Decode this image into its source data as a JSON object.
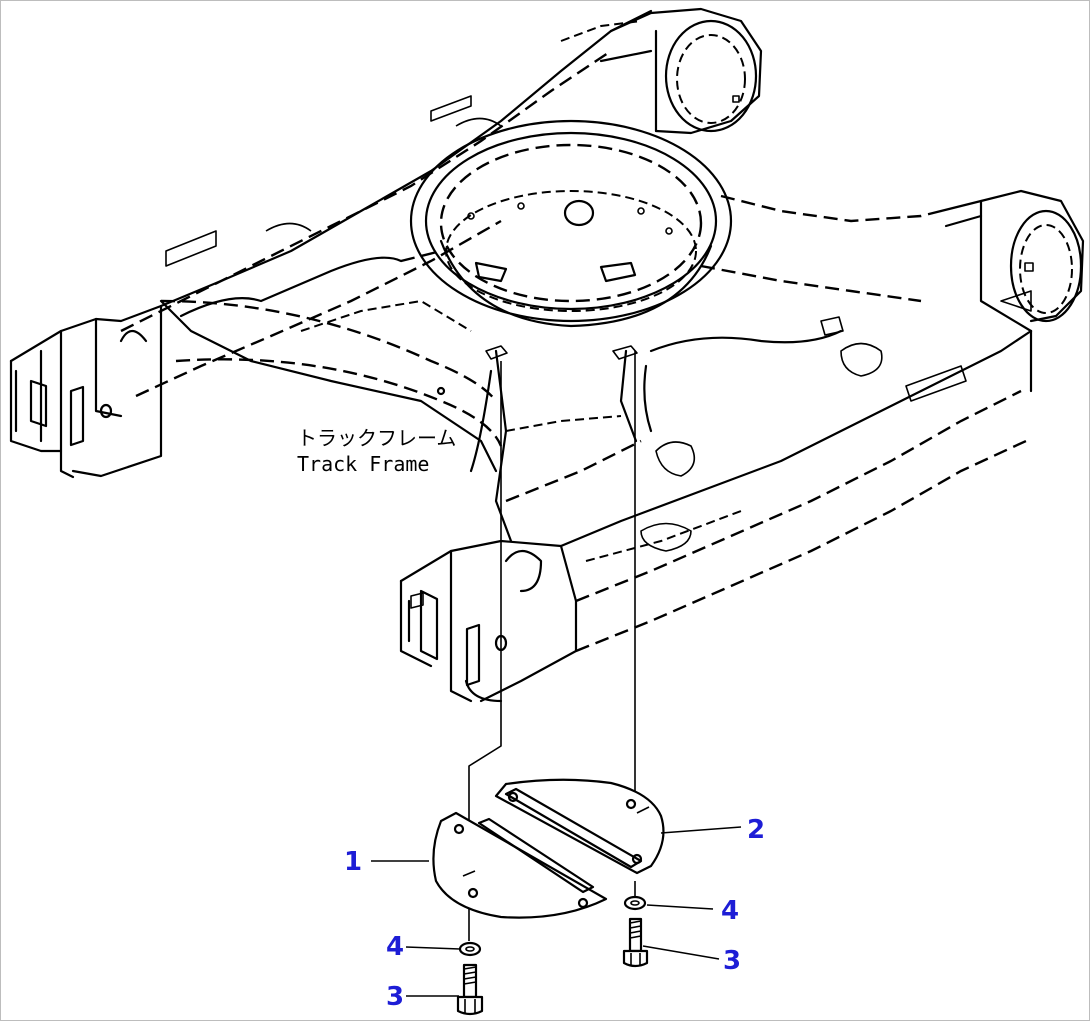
{
  "diagram": {
    "label_jp": "トラックフレーム",
    "label_en": "Track Frame",
    "callout_color": "#1d1dd6",
    "callouts": [
      {
        "id": "callout-1",
        "text": "1"
      },
      {
        "id": "callout-2",
        "text": "2"
      },
      {
        "id": "callout-4-right",
        "text": "4"
      },
      {
        "id": "callout-3-right",
        "text": "3"
      },
      {
        "id": "callout-4-left",
        "text": "4"
      },
      {
        "id": "callout-3-left",
        "text": "3"
      }
    ]
  }
}
